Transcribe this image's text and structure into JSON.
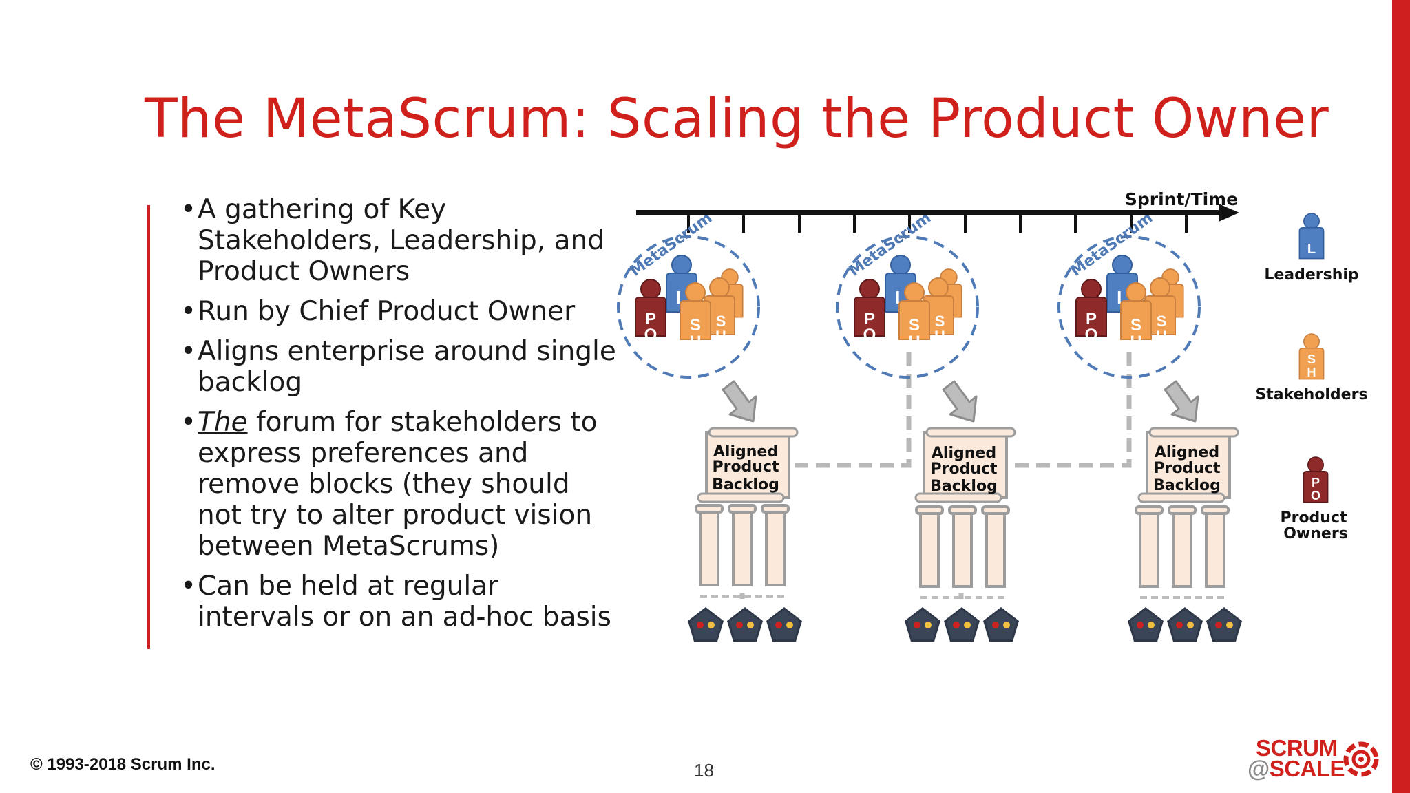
{
  "slide": {
    "title": "The MetaScrum: Scaling the Product Owner",
    "bullets": [
      "A gathering of Key Stakeholders, Leadership, and Product Owners",
      "Run by Chief Product Owner",
      "Aligns enterprise around single backlog",
      "forum for stakeholders to express preferences and remove blocks (they should not try to alter product vision between MetaScrums)",
      "Can be held at regular intervals or on an ad-hoc basis"
    ],
    "bullet4_emphasis": "The",
    "page_number": "18",
    "copyright": "© 1993-2018 Scrum Inc."
  },
  "diagram": {
    "timeline_label": "Sprint/Time",
    "metascrum_label": "MetaScrum",
    "backlog_lines": [
      "Aligned",
      "Product",
      "Backlog"
    ],
    "role_letters": {
      "leader": "L",
      "stakeholder_1": "S",
      "stakeholder_2": "H",
      "po_1": "P",
      "po_2": "O"
    },
    "legend": {
      "leadership": "Leadership",
      "stakeholders": "Stakeholders",
      "product_owners_1": "Product",
      "product_owners_2": "Owners"
    }
  },
  "logo": {
    "line1": "SCRUM",
    "at": "@",
    "line2": "SCALE"
  },
  "colors": {
    "title_red": "#d0201c",
    "leadership_blue": "#4f7ec1",
    "stakeholder_orange": "#f0a050",
    "po_darkred": "#8f2a2a",
    "dashed_blue": "#4f7ab5",
    "scroll_fill": "#fbe9dc"
  }
}
